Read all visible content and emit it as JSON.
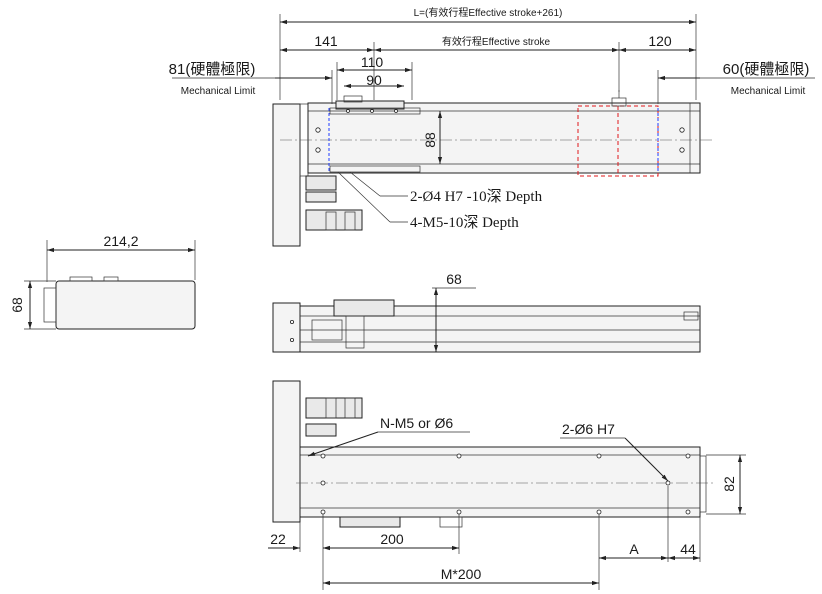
{
  "drawing": {
    "top_view": {
      "overall_length": "L=(有效行程Effective stroke+261)",
      "effective_stroke": "有效行程Effective stroke",
      "dim_141": "141",
      "dim_120": "120",
      "dim_110": "110",
      "dim_90": "90",
      "dim_88": "88",
      "hard_limit_left": "81(硬體極限)",
      "hard_limit_right": "60(硬體極限)",
      "mech_limit_left": "Mechanical Limit",
      "mech_limit_right": "Mechanical Limit",
      "callout_pin": "2-Ø4 H7 -10深 Depth",
      "callout_tap": "4-M5-10深 Depth"
    },
    "end_view": {
      "width": "214,2",
      "height": "68"
    },
    "side_view": {
      "height": "68"
    },
    "bottom_view": {
      "callout_holes": "N-M5 or Ø6",
      "callout_pins": "2-Ø6 H7",
      "dim_22": "22",
      "dim_200": "200",
      "dim_A": "A",
      "dim_44": "44",
      "dim_82": "82",
      "dim_m200": "M*200"
    }
  }
}
